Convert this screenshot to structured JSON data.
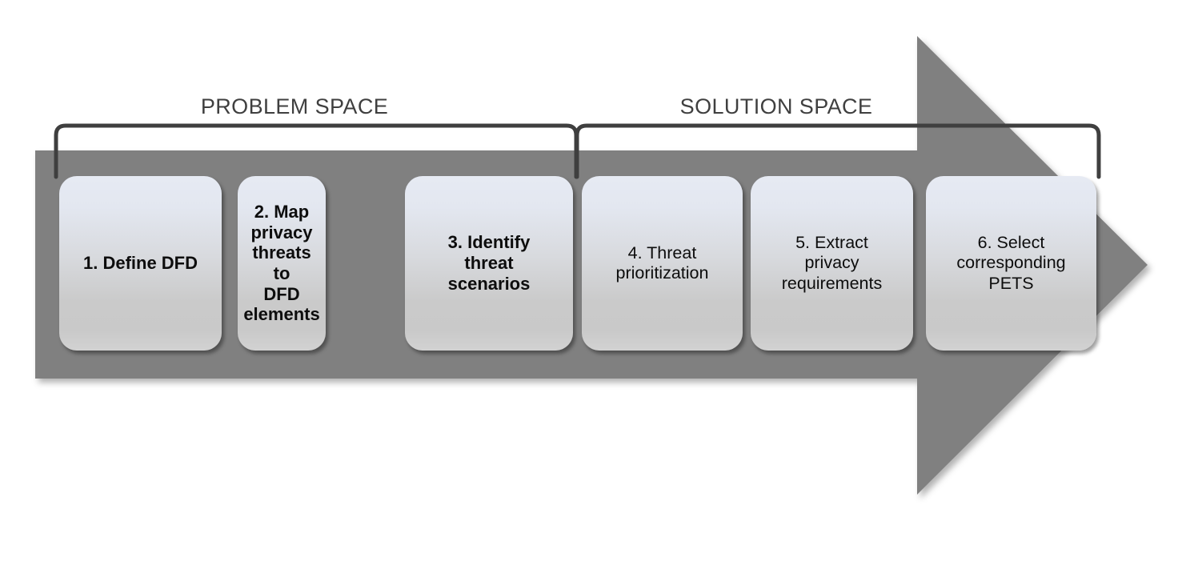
{
  "diagram": {
    "title": "Privacy threat modeling methodology process flow",
    "arrow": {
      "name": "process-flow-arrow",
      "color": "#808080",
      "direction": "right"
    },
    "phases": [
      {
        "id": "problem-space",
        "label": "PROBLEM SPACE",
        "color": "#3f3f3f",
        "covers_steps": [
          1,
          2,
          3
        ]
      },
      {
        "id": "solution-space",
        "label": "SOLUTION SPACE",
        "color": "#3f3f3f",
        "covers_steps": [
          4,
          5,
          6
        ]
      }
    ],
    "steps": [
      {
        "number": "1",
        "label": "1. Define DFD",
        "lines": [
          "1. Define DFD"
        ],
        "weight": "bold",
        "phase": "problem-space"
      },
      {
        "number": "2",
        "label": "2. Map privacy threats to DFD elements",
        "lines": [
          "2. Map",
          "privacy",
          "threats to",
          "DFD",
          "elements"
        ],
        "weight": "bold",
        "phase": "problem-space"
      },
      {
        "number": "3",
        "label": "3. Identify threat scenarios",
        "lines": [
          "3. Identify",
          "threat",
          "scenarios"
        ],
        "weight": "bold",
        "phase": "problem-space"
      },
      {
        "number": "4",
        "label": "4. Threat prioritization",
        "lines": [
          "4. Threat",
          "prioritization"
        ],
        "weight": "regular",
        "phase": "solution-space"
      },
      {
        "number": "5",
        "label": "5. Extract privacy requirements",
        "lines": [
          "5. Extract",
          "privacy",
          "requirements"
        ],
        "weight": "regular",
        "phase": "solution-space"
      },
      {
        "number": "6",
        "label": "6. Select corresponding PETS",
        "lines": [
          "6. Select",
          "corresponding",
          "PETS"
        ],
        "weight": "regular",
        "phase": "solution-space"
      }
    ],
    "colors": {
      "arrow_gray": "#808080",
      "bracket_stroke": "#3f3f3f",
      "box_gradient_top": "#e6eaf3",
      "box_gradient_bottom": "#c9c9c9",
      "text_dark": "#0d0d0d",
      "background": "#ffffff"
    }
  }
}
